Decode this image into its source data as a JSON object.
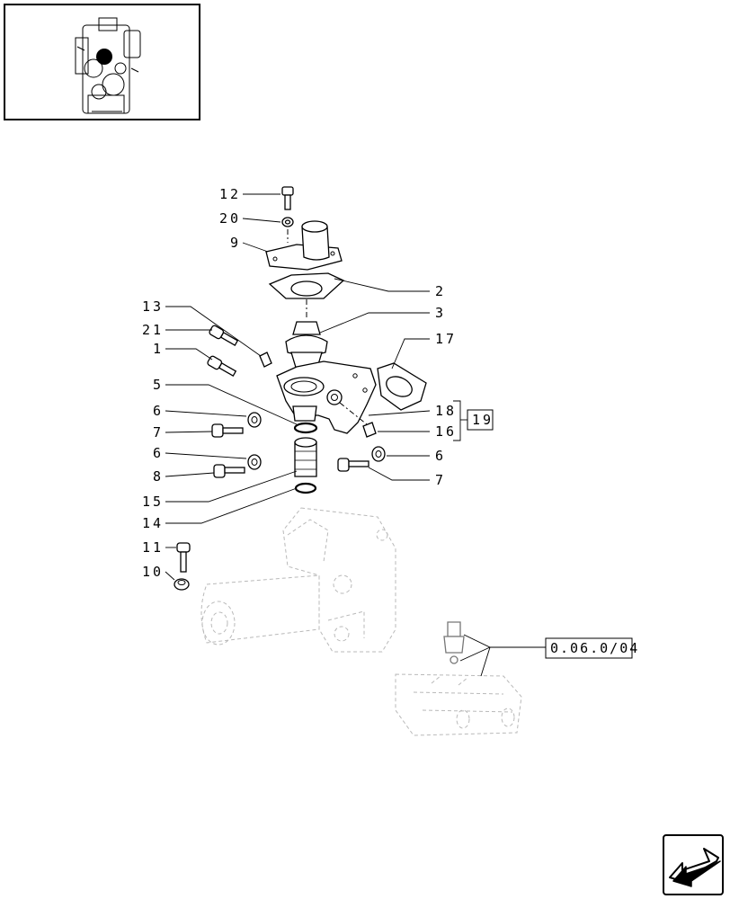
{
  "diagram": {
    "callouts": [
      {
        "id": "c12",
        "text": "12"
      },
      {
        "id": "c20",
        "text": "20"
      },
      {
        "id": "c9",
        "text": "9"
      },
      {
        "id": "c2",
        "text": "2"
      },
      {
        "id": "c3",
        "text": "3"
      },
      {
        "id": "c13",
        "text": "13"
      },
      {
        "id": "c21",
        "text": "21"
      },
      {
        "id": "c1",
        "text": "1"
      },
      {
        "id": "c17",
        "text": "17"
      },
      {
        "id": "c5",
        "text": "5"
      },
      {
        "id": "c6a",
        "text": "6"
      },
      {
        "id": "c7a",
        "text": "7"
      },
      {
        "id": "c18",
        "text": "18"
      },
      {
        "id": "c16",
        "text": "16"
      },
      {
        "id": "c6b",
        "text": "6"
      },
      {
        "id": "c8",
        "text": "8"
      },
      {
        "id": "c6c",
        "text": "6"
      },
      {
        "id": "c7b",
        "text": "7"
      },
      {
        "id": "c15",
        "text": "15"
      },
      {
        "id": "c14",
        "text": "14"
      },
      {
        "id": "c11",
        "text": "11"
      },
      {
        "id": "c10",
        "text": "10"
      }
    ],
    "group_ref": "19",
    "cross_ref": "0.06.0/04"
  },
  "icons": {
    "thumbnail": "engine-thumbnail-icon",
    "next_page": "next-page-arrow-icon"
  }
}
